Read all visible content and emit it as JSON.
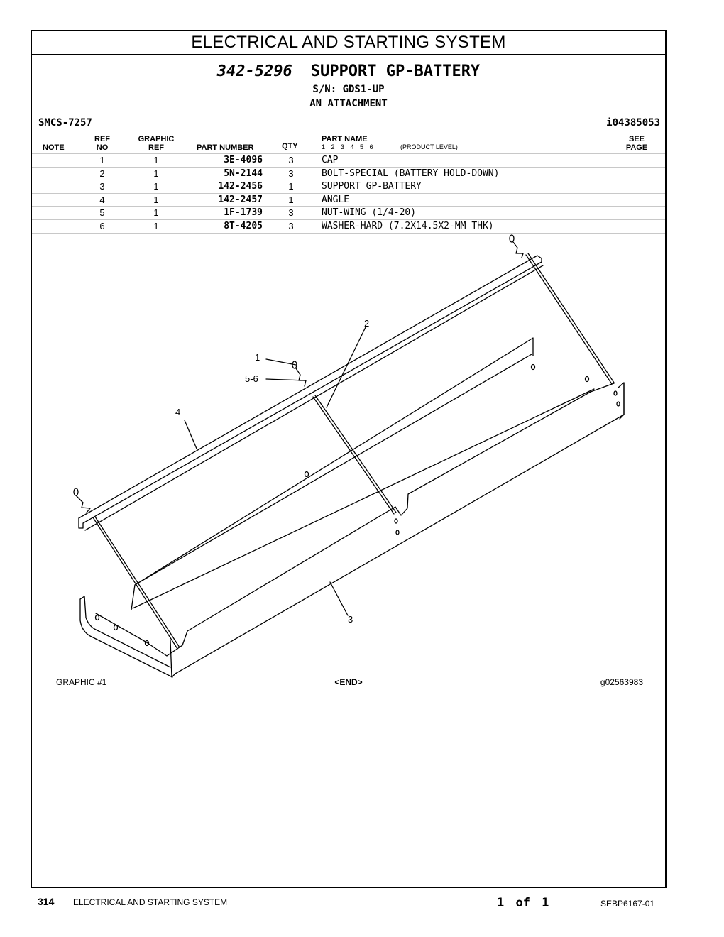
{
  "header": {
    "title": "ELECTRICAL AND STARTING SYSTEM",
    "group_number": "342-5296",
    "group_name": "SUPPORT GP-BATTERY",
    "serial": "S/N: GDS1-UP",
    "attachment": "AN ATTACHMENT",
    "smcs": "SMCS-7257",
    "info_id": "i04385053"
  },
  "table": {
    "headers": {
      "note": "NOTE",
      "ref_no_1": "REF",
      "ref_no_2": "NO",
      "graphic_ref_1": "GRAPHIC",
      "graphic_ref_2": "REF",
      "part_number": "PART NUMBER",
      "qty": "QTY",
      "part_name": "PART NAME",
      "levels": "1 2 3 4 5 6",
      "product_level": "(PRODUCT LEVEL)",
      "see_page_1": "SEE",
      "see_page_2": "PAGE"
    },
    "rows": [
      {
        "ref": "1",
        "graphic_ref": "1",
        "part_number": "3E-4096",
        "qty": "3",
        "name": "CAP"
      },
      {
        "ref": "2",
        "graphic_ref": "1",
        "part_number": "5N-2144",
        "qty": "3",
        "name": "BOLT-SPECIAL (BATTERY HOLD-DOWN)"
      },
      {
        "ref": "3",
        "graphic_ref": "1",
        "part_number": "142-2456",
        "qty": "1",
        "name": "SUPPORT GP-BATTERY"
      },
      {
        "ref": "4",
        "graphic_ref": "1",
        "part_number": "142-2457",
        "qty": "1",
        "name": "ANGLE"
      },
      {
        "ref": "5",
        "graphic_ref": "1",
        "part_number": "1F-1739",
        "qty": "3",
        "name": "NUT-WING (1/4-20)"
      },
      {
        "ref": "6",
        "graphic_ref": "1",
        "part_number": "8T-4205",
        "qty": "3",
        "name": "WASHER-HARD (7.2X14.5X2-MM THK)"
      }
    ]
  },
  "illustration": {
    "callouts": {
      "c1": "1",
      "c2": "2",
      "c3": "3",
      "c4": "4",
      "c56": "5-6"
    },
    "graphic_label": "GRAPHIC #1",
    "end_marker": "<END>",
    "graphic_id": "g02563983"
  },
  "footer": {
    "page_number": "314",
    "section": "ELECTRICAL AND STARTING SYSTEM",
    "page_of": "1 of 1",
    "doc_id": "SEBP6167-01"
  }
}
